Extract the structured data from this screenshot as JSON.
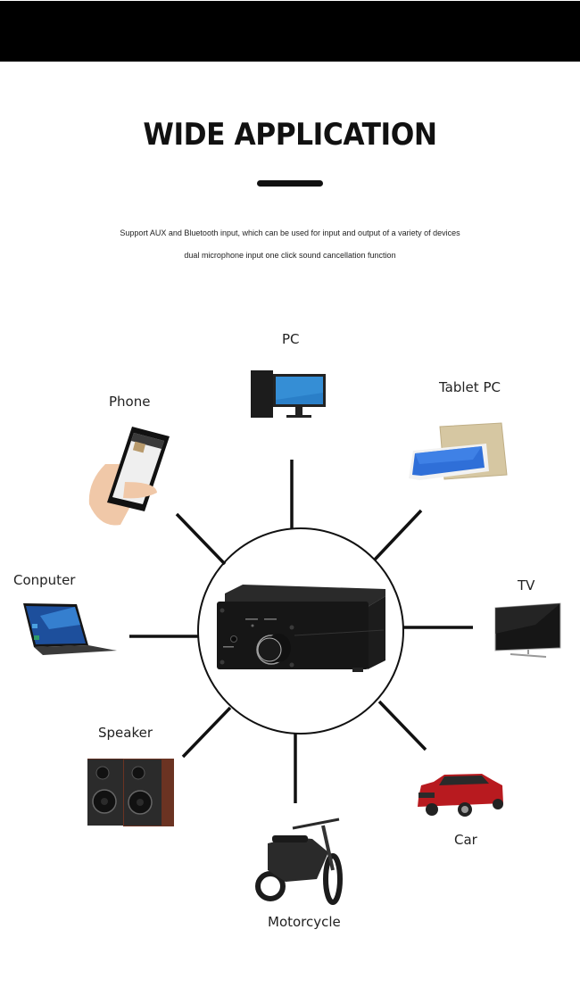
{
  "header": {
    "title": "WIDE APPLICATION",
    "subtitle_lines": [
      "Support AUX and Bluetooth input, which can be used for input and output of a variety of devices",
      "dual microphone input one click sound cancellation function"
    ]
  },
  "hub": {
    "product": "amplifier",
    "icon": "amplifier-icon"
  },
  "devices": [
    {
      "label": "PC",
      "icon": "desktop-pc-icon"
    },
    {
      "label": "Tablet PC",
      "icon": "tablet-icon"
    },
    {
      "label": "TV",
      "icon": "tv-icon"
    },
    {
      "label": "Car",
      "icon": "car-icon"
    },
    {
      "label": "Motorcycle",
      "icon": "motorcycle-icon"
    },
    {
      "label": "Speaker",
      "icon": "speaker-icon"
    },
    {
      "label": "Conputer",
      "icon": "laptop-icon"
    },
    {
      "label": "Phone",
      "icon": "phone-icon"
    }
  ],
  "colors": {
    "background": "#ffffff",
    "ink": "#111111",
    "top_bar": "#000000"
  }
}
